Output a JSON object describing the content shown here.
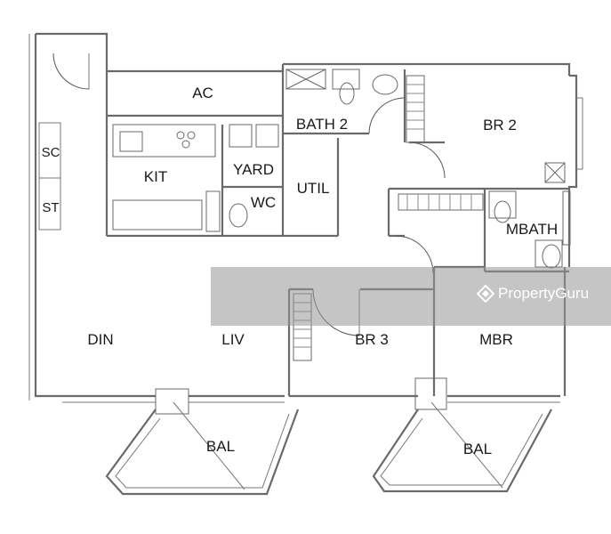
{
  "plan": {
    "rooms": [
      {
        "id": "ac",
        "label": "AC"
      },
      {
        "id": "bath2",
        "label": "BATH 2"
      },
      {
        "id": "br2",
        "label": "BR 2"
      },
      {
        "id": "sc",
        "label": "SC"
      },
      {
        "id": "kit",
        "label": "KIT"
      },
      {
        "id": "yard",
        "label": "YARD"
      },
      {
        "id": "util",
        "label": "UTIL"
      },
      {
        "id": "wc",
        "label": "WC"
      },
      {
        "id": "st",
        "label": "ST"
      },
      {
        "id": "mbath",
        "label": "MBATH"
      },
      {
        "id": "din",
        "label": "DIN"
      },
      {
        "id": "liv",
        "label": "LIV"
      },
      {
        "id": "br3",
        "label": "BR 3"
      },
      {
        "id": "mbr",
        "label": "MBR"
      },
      {
        "id": "bal1",
        "label": "BAL"
      },
      {
        "id": "bal2",
        "label": "BAL"
      }
    ]
  },
  "watermark": {
    "text": "PropertyGuru",
    "icon": "propertyguru-logo-icon"
  },
  "colors": {
    "wall": "#6a6a6a",
    "text": "#1a1a1a",
    "watermark_band": "#969696"
  }
}
